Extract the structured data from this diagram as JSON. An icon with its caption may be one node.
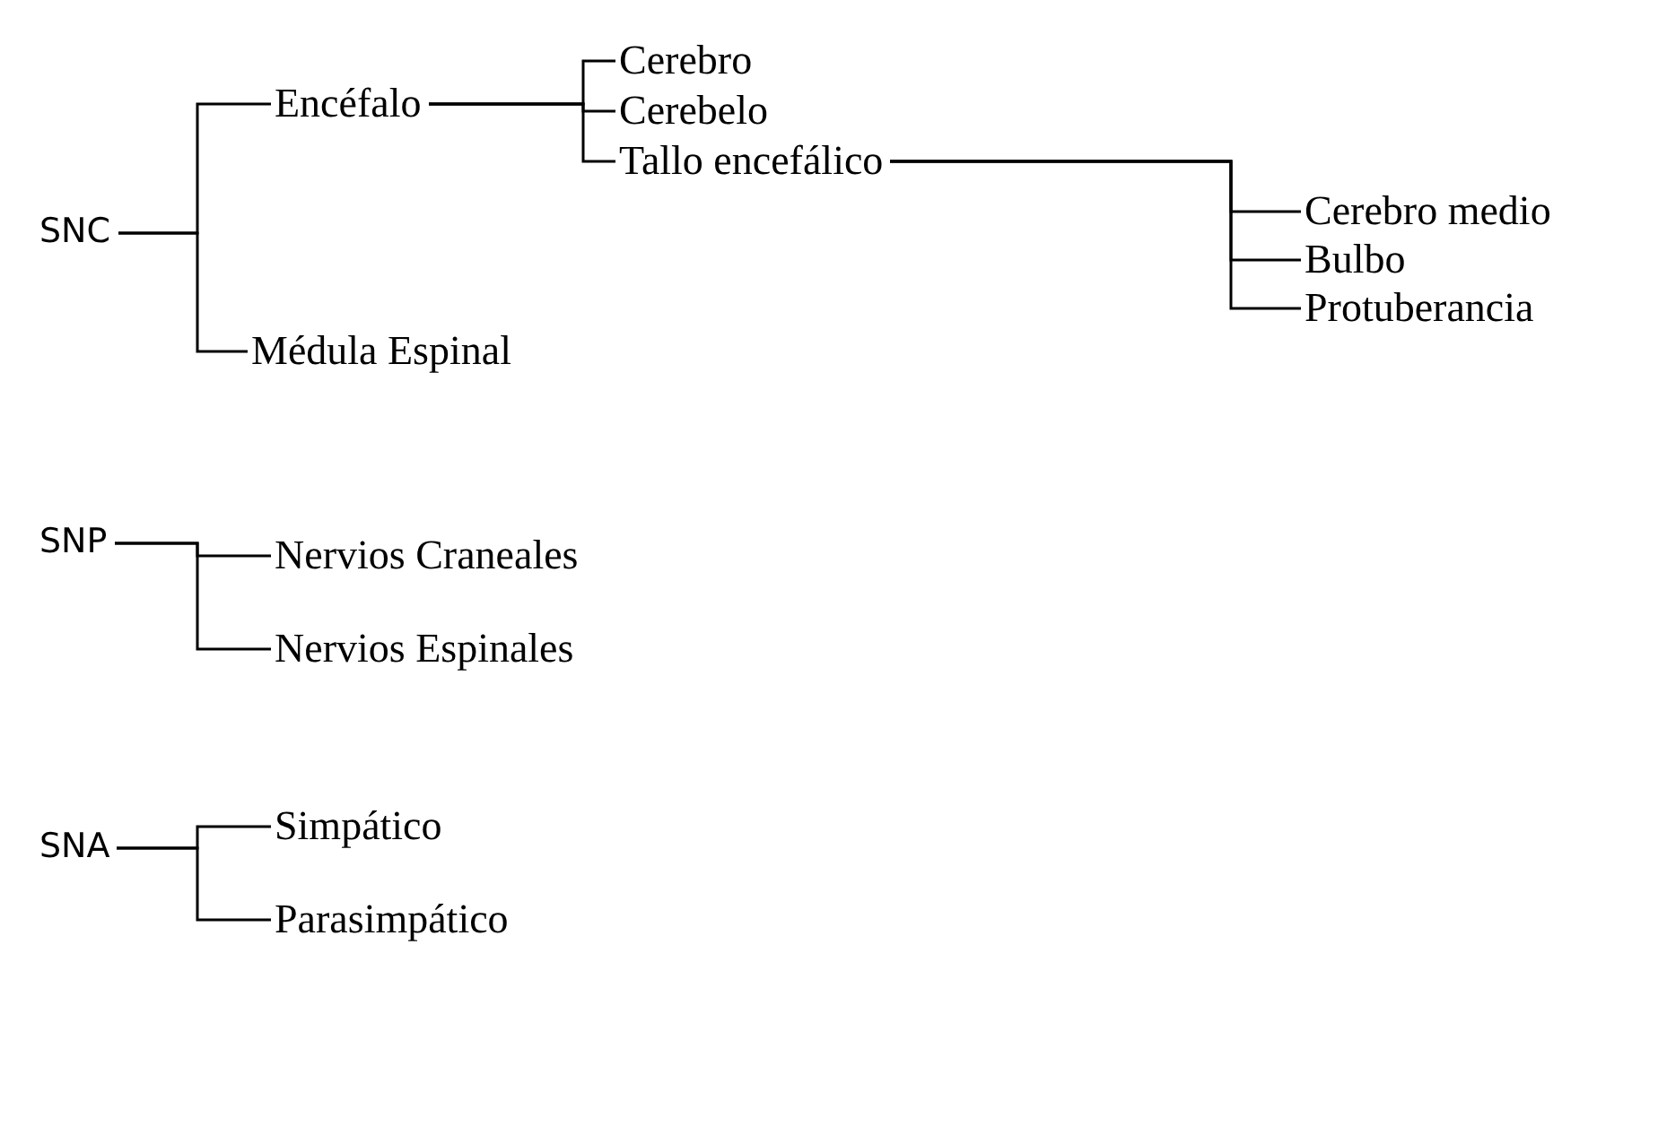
{
  "diagram": {
    "nodes": [
      {
        "text": [
          "SNC"
        ]
      },
      {
        "text": [
          "Encéfalo"
        ]
      },
      {
        "text": [
          "Cerebro"
        ]
      },
      {
        "text": [
          "Cerebelo"
        ]
      },
      {
        "text": [
          "Tallo encefálico"
        ]
      },
      {
        "text": [
          "Cerebro medio"
        ]
      },
      {
        "text": [
          "Bulbo"
        ]
      },
      {
        "text": [
          "Protuberancia"
        ]
      },
      {
        "text": [
          "Médula Espinal"
        ]
      },
      {
        "text": [
          "SNP"
        ]
      },
      {
        "text": [
          "Nervios Craneales"
        ]
      },
      {
        "text": [
          "Nervios Espinales"
        ]
      },
      {
        "text": [
          "SNA"
        ]
      },
      {
        "text": [
          "Simpático"
        ]
      },
      {
        "text": [
          "Parasimpático"
        ]
      }
    ],
    "edges": [
      {
        "from": 0,
        "to": 1,
        "arrow": "none"
      },
      {
        "from": 0,
        "to": 8,
        "arrow": "none"
      },
      {
        "from": 1,
        "to": 2,
        "arrow": "none"
      },
      {
        "from": 1,
        "to": 3,
        "arrow": "none"
      },
      {
        "from": 1,
        "to": 4,
        "arrow": "none"
      },
      {
        "from": 4,
        "to": 5,
        "arrow": "none"
      },
      {
        "from": 4,
        "to": 6,
        "arrow": "none"
      },
      {
        "from": 4,
        "to": 7,
        "arrow": "none"
      },
      {
        "from": 9,
        "to": 10,
        "arrow": "none"
      },
      {
        "from": 9,
        "to": 11,
        "arrow": "none"
      },
      {
        "from": 12,
        "to": 13,
        "arrow": "none"
      },
      {
        "from": 12,
        "to": 14,
        "arrow": "none"
      }
    ]
  }
}
